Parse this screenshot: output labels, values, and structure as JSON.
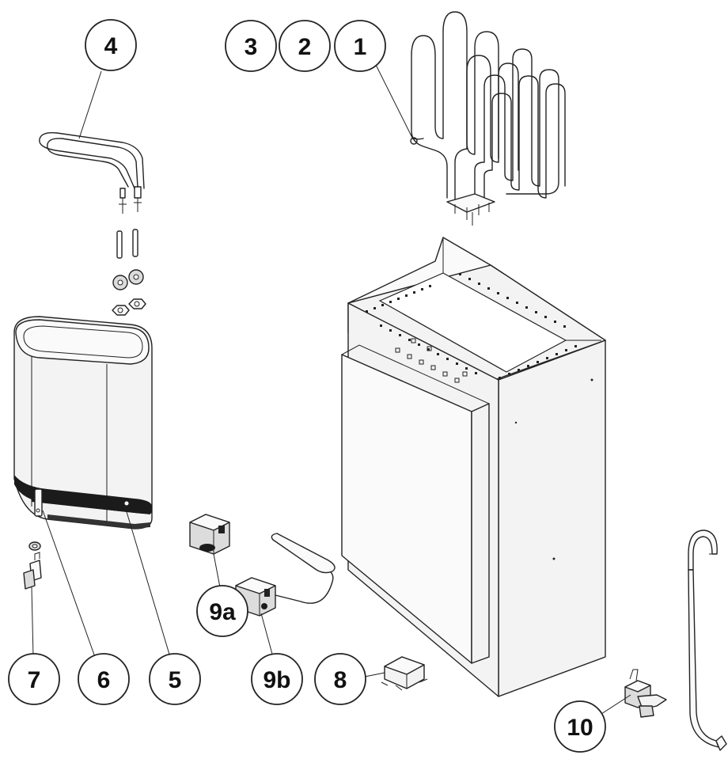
{
  "callouts": {
    "c1": "1",
    "c2": "2",
    "c3": "3",
    "c4": "4",
    "c5": "5",
    "c6": "6",
    "c7": "7",
    "c8": "8",
    "c9a": "9a",
    "c9b": "9b",
    "c10": "10"
  }
}
